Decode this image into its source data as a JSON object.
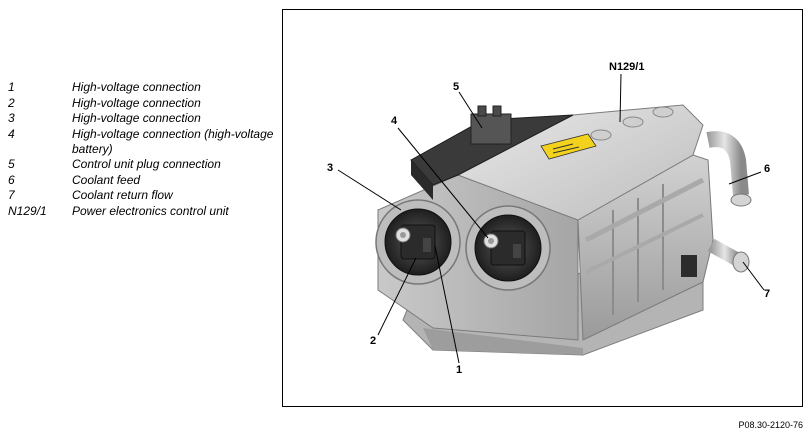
{
  "legend": [
    {
      "key": "1",
      "text": "High-voltage connection"
    },
    {
      "key": "2",
      "text": "High-voltage connection"
    },
    {
      "key": "3",
      "text": "High-voltage connection"
    },
    {
      "key": "4",
      "text": "High-voltage connection (high-voltage battery)"
    },
    {
      "key": "5",
      "text": "Control unit plug connection"
    },
    {
      "key": "6",
      "text": "Coolant feed"
    },
    {
      "key": "7",
      "text": "Coolant return flow"
    },
    {
      "key": "N129/1",
      "text": "Power electronics control unit"
    }
  ],
  "callouts": {
    "c1": "1",
    "c2": "2",
    "c3": "3",
    "c4": "4",
    "c5": "5",
    "c6": "6",
    "c7": "7",
    "n129": "N129/1"
  },
  "reference_code": "P08.30-2120-76"
}
